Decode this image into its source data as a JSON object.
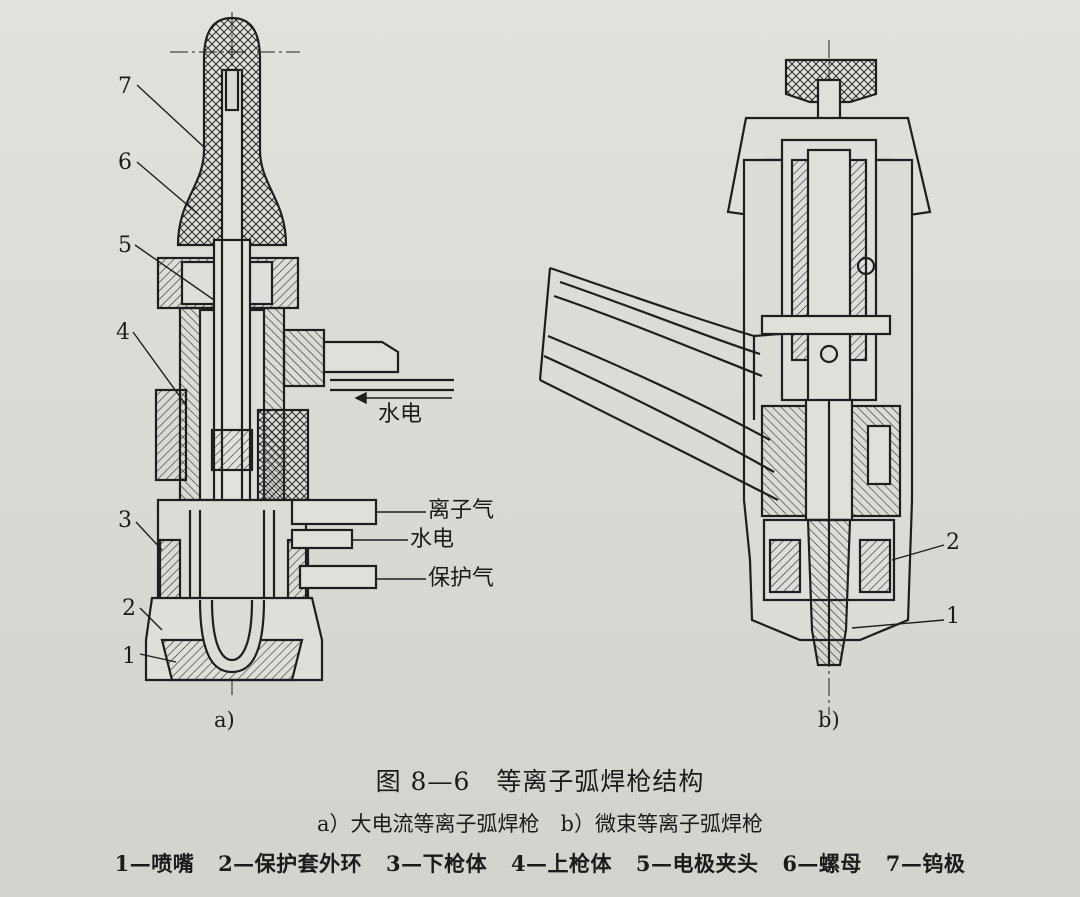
{
  "figure": {
    "title": "图 8—6　等离子弧焊枪结构",
    "subtitle": "a）大电流等离子弧焊枪　b）微束等离子弧焊枪",
    "legend": [
      "1—喷嘴",
      "2—保护套外环",
      "3—下枪体",
      "4—上枪体",
      "5—电极夹头",
      "6—螺母",
      "7—钨极"
    ]
  },
  "panel_a": {
    "label": "a)",
    "callouts": [
      "1",
      "2",
      "3",
      "4",
      "5",
      "6",
      "7"
    ],
    "flows": {
      "water_power_in": "水电",
      "plasma_gas": "离子气",
      "water_power": "水电",
      "shield_gas": "保护气"
    }
  },
  "panel_b": {
    "label": "b)",
    "callouts": [
      "1",
      "2"
    ]
  }
}
